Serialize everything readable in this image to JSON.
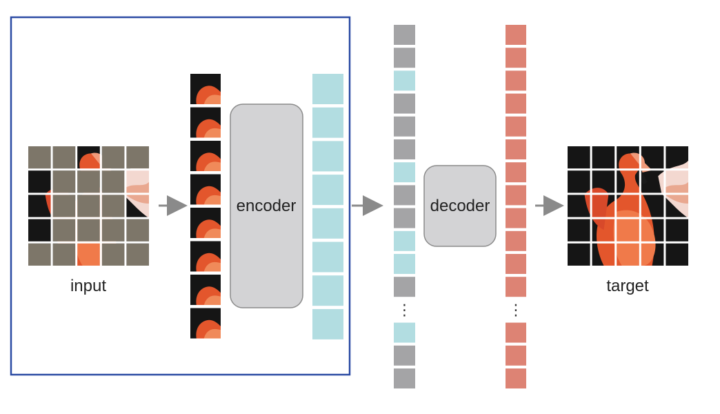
{
  "labels": {
    "input": "input",
    "encoder": "encoder",
    "decoder": "decoder",
    "target": "target"
  },
  "ellipsis": "⋮",
  "colors": {
    "frame": "#2a4aa3",
    "mask": "#7d7669",
    "visible_token": "#b2dde1",
    "masked_token": "#a4a4a6",
    "output_token": "#dd8374",
    "block_fill": "#d3d3d5",
    "block_stroke": "#8a8a8a",
    "arrow": "#8a8a8a",
    "flamingo": "#e3562c",
    "background_dark": "#151515"
  },
  "icons": {
    "arrow": "right-arrow-icon"
  },
  "grid": {
    "rows": 5,
    "cols": 5,
    "input_visible_cells": [
      [
        0,
        2
      ],
      [
        1,
        0
      ],
      [
        1,
        4
      ],
      [
        2,
        0
      ],
      [
        2,
        4
      ],
      [
        3,
        0
      ],
      [
        4,
        2
      ]
    ]
  },
  "visible_patches_count": 8,
  "encoder_output_tokens": 8,
  "decoder_input_sequence": [
    "masked",
    "masked",
    "visible",
    "masked",
    "masked",
    "masked",
    "visible",
    "masked",
    "masked",
    "visible",
    "visible",
    "masked",
    "ellipsis",
    "visible",
    "masked",
    "masked"
  ],
  "decoder_output_sequence_length": 12
}
